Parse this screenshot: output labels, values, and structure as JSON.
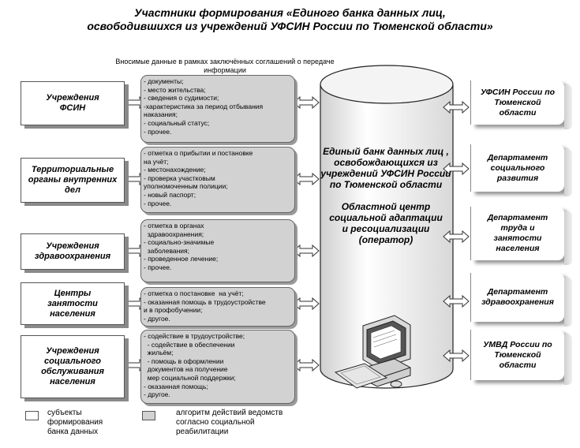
{
  "title_lines": [
    "Участники формирования «Единого банка данных лиц,",
    "освободившихся из учреждений УФСИН России по Тюменской области»"
  ],
  "subtitle": "Вносимые данные в рамках заключённых соглашений о передаче информации",
  "left_boxes": [
    {
      "label": "Учреждения ФСИН"
    },
    {
      "label": "Территориальные органы внутренних дел"
    },
    {
      "label": "Учреждения здравоохранения"
    },
    {
      "label": "Центры занятости населения"
    },
    {
      "label": "Учреждения социального обслуживания населения"
    }
  ],
  "data_boxes": [
    {
      "lines": [
        "- документы;",
        "- место жительства;",
        "- сведения о судимости;",
        "-характеристика за период отбывания",
        "наказания;",
        "- социальный статус;",
        "- прочее."
      ]
    },
    {
      "lines": [
        "- отметка о прибытии и постановке",
        "на учёт;",
        "- местонахождение;",
        "- проверка участковым",
        "уполномоченным полиции;",
        "- новый паспорт;",
        "- прочее."
      ]
    },
    {
      "lines": [
        "- отметка в органах",
        "  здравоохранения;",
        "- социально-значимые",
        "  заболевания;",
        "- проведенное лечение;",
        "- прочее."
      ]
    },
    {
      "lines": [
        "- отметка о постановке  на учёт;",
        "- оказанная помощь в трудоустройстве",
        "и в профобучении;",
        "- другое."
      ]
    },
    {
      "lines": [
        "- содействие в трудоустройстве;",
        "  - содействие в обеспечении",
        "  жильём;",
        "  - помощь в оформлении",
        "  документов на получение",
        "  мер социальной поддержки;",
        "- оказанная помощь;",
        "- другое."
      ]
    }
  ],
  "center": {
    "bank_label": "Единый банк данных лиц , освобождающихся из учреждений УФСИН России по Тюменской области",
    "operator_label": "Областной центр социальной адаптации и ресоциализации (оператор)"
  },
  "right_boxes": [
    {
      "label": "УФСИН России по Тюменской области"
    },
    {
      "label": "Департамент социального развития"
    },
    {
      "label": "Департамент труда и занятости населения"
    },
    {
      "label": "Департамент здравоохранения"
    },
    {
      "label": "УМВД России по Тюменской области"
    }
  ],
  "legend": [
    {
      "label": "субъекты формирования банка данных",
      "color": "#ffffff"
    },
    {
      "label": "алгоритм действий ведомств согласно социальной реабилитации",
      "color": "#d2d2d2"
    }
  ],
  "colors": {
    "data_fill": "#d2d2d2",
    "cylinder_fill": "#ffffff",
    "shadow": "#8a8a8a"
  }
}
